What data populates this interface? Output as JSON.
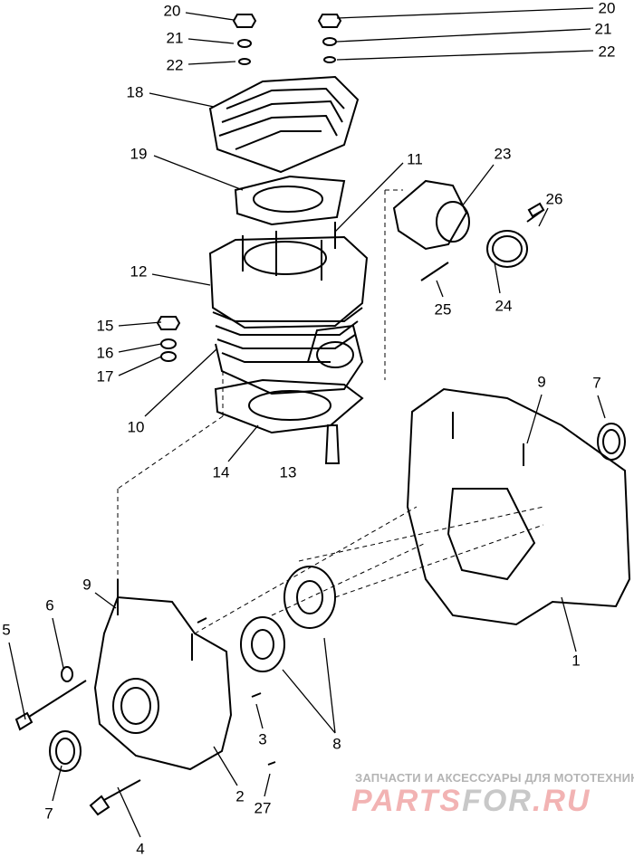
{
  "diagram": {
    "labels": [
      "20",
      "20",
      "21",
      "21",
      "22",
      "22",
      "18",
      "19",
      "11",
      "23",
      "26",
      "12",
      "15",
      "16",
      "17",
      "25",
      "24",
      "10",
      "14",
      "13",
      "9",
      "7",
      "9",
      "6",
      "5",
      "1",
      "3",
      "8",
      "7",
      "2",
      "27",
      "4"
    ]
  },
  "watermark": {
    "tagline": "ЗАПЧАСТИ И АКСЕССУАРЫ ДЛЯ МОТОТЕХНИКИ",
    "logo_part1": "PARTS",
    "logo_part2": "FOR",
    "logo_part3": ".RU",
    "colors": {
      "tagline": "#b4b4b4",
      "logo_red": "#f2b3b3",
      "logo_grey": "#c8c8c8"
    }
  }
}
